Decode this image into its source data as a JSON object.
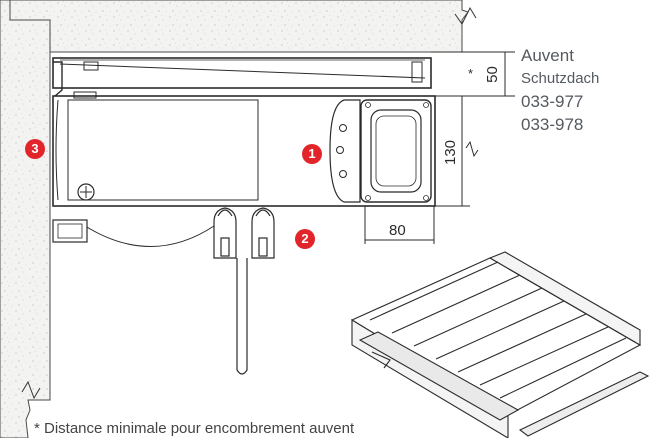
{
  "label": {
    "title": "Auvent",
    "subtitle": "Schutzdach",
    "refs": [
      "033-977",
      "033-978"
    ]
  },
  "dimensions": {
    "d50": "50",
    "d130": "130",
    "d80": "80",
    "asterisk": "*"
  },
  "markers": [
    "1",
    "2",
    "3"
  ],
  "footnote": "* Distance minimale pour encombrement auvent",
  "colors": {
    "marker": "#e1252b",
    "line": "#2b2b2b",
    "wall_fill": "#f1f1ef"
  }
}
